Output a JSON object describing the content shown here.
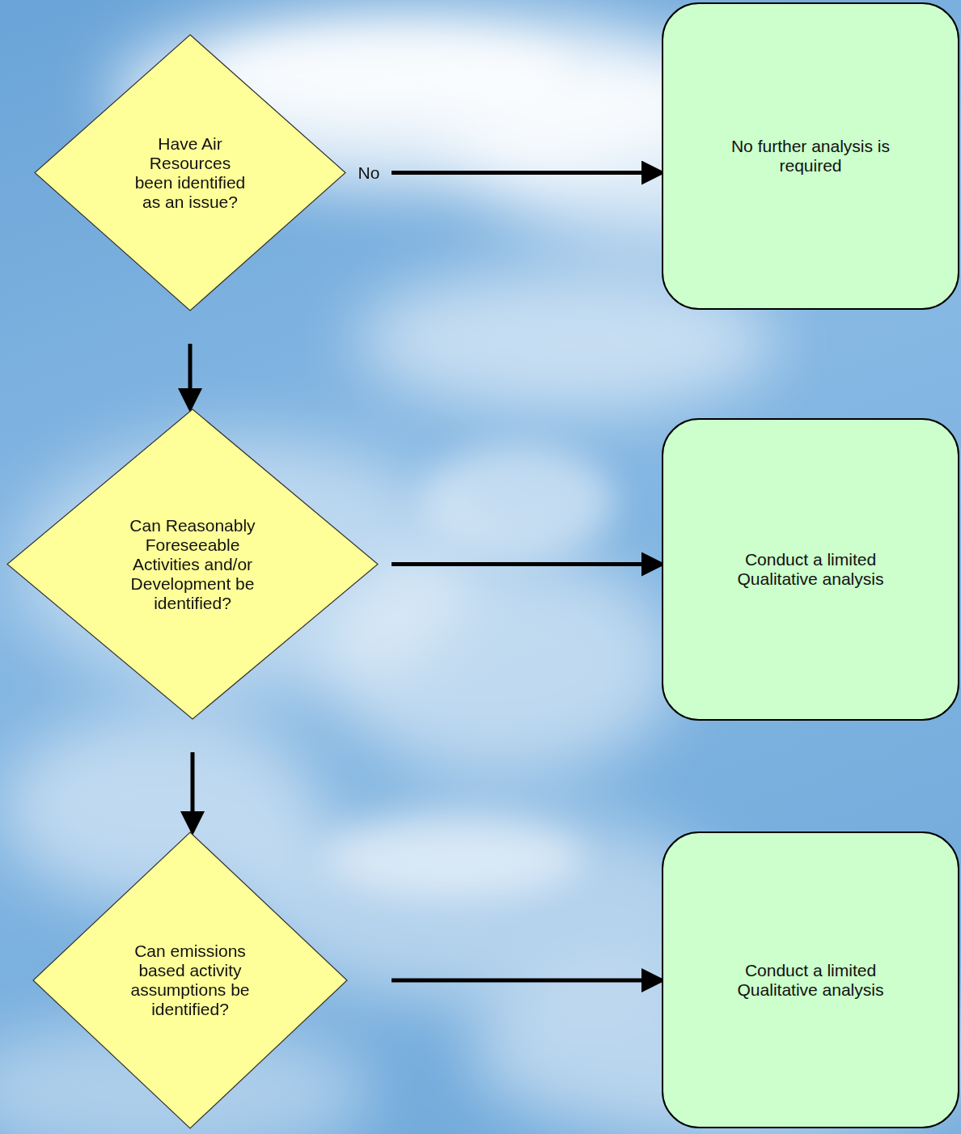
{
  "diagram": {
    "nodes": [
      {
        "text": [
          "Have Air Resources been identified as an issue?"
        ]
      },
      {
        "text": [
          "No further analysis is required"
        ]
      },
      {
        "text": [
          "Can Reasonably Foreseeable Activities and/or Development be identified?"
        ]
      },
      {
        "text": [
          "Conduct a limited Qualitative analysis"
        ]
      },
      {
        "text": [
          "Can emissions based activity assumptions be identified?"
        ]
      },
      {
        "text": [
          "Conduct a limited Qualitative analysis"
        ]
      }
    ],
    "edges": [
      {
        "from": 0,
        "to": 1,
        "label": "No",
        "arrow": "to"
      },
      {
        "from": 0,
        "to": 2,
        "arrow": "to"
      },
      {
        "from": 2,
        "to": 3,
        "arrow": "to"
      },
      {
        "from": 2,
        "to": 4,
        "arrow": "to"
      },
      {
        "from": 4,
        "to": 5,
        "arrow": "to"
      }
    ]
  }
}
